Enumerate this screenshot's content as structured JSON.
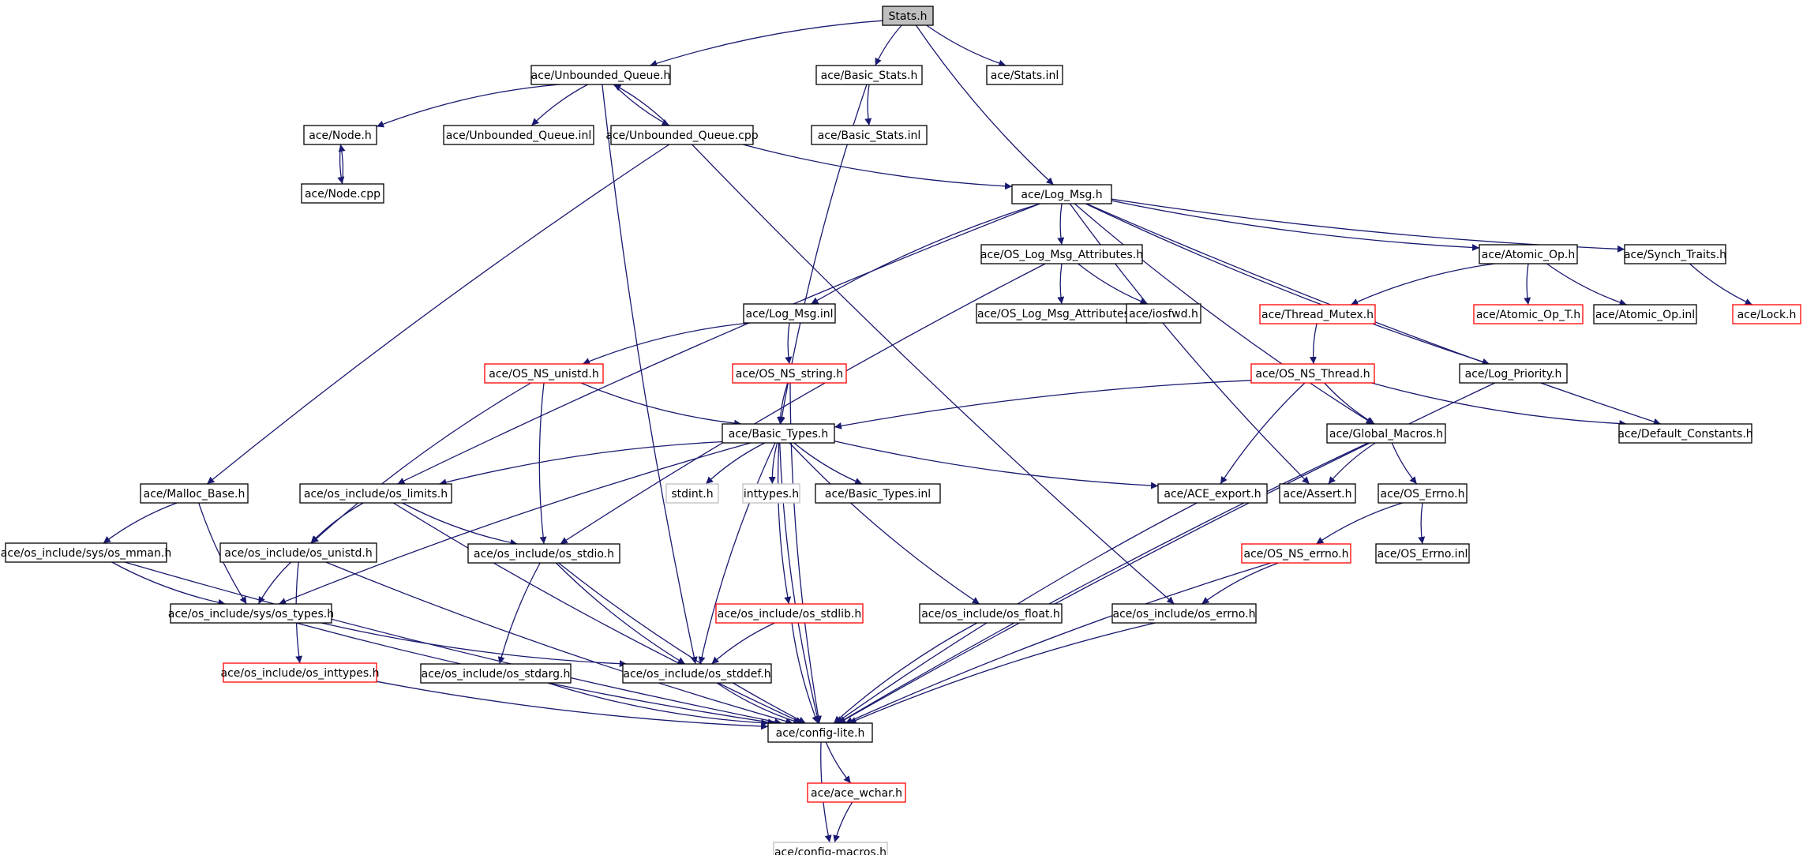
{
  "root": "Stats.h",
  "nodes": [
    {
      "id": "stats_h",
      "label": "Stats.h",
      "style": "root"
    },
    {
      "id": "unbounded_queue_h",
      "label": "ace/Unbounded_Queue.h",
      "style": "normal"
    },
    {
      "id": "basic_stats_h",
      "label": "ace/Basic_Stats.h",
      "style": "normal"
    },
    {
      "id": "stats_inl",
      "label": "ace/Stats.inl",
      "style": "normal"
    },
    {
      "id": "node_h",
      "label": "ace/Node.h",
      "style": "normal"
    },
    {
      "id": "unbounded_queue_inl",
      "label": "ace/Unbounded_Queue.inl",
      "style": "normal"
    },
    {
      "id": "unbounded_queue_cpp",
      "label": "ace/Unbounded_Queue.cpp",
      "style": "normal"
    },
    {
      "id": "basic_stats_inl",
      "label": "ace/Basic_Stats.inl",
      "style": "normal"
    },
    {
      "id": "node_cpp",
      "label": "ace/Node.cpp",
      "style": "normal"
    },
    {
      "id": "log_msg_h",
      "label": "ace/Log_Msg.h",
      "style": "normal"
    },
    {
      "id": "os_log_msg_attributes_h",
      "label": "ace/OS_Log_Msg_Attributes.h",
      "style": "normal"
    },
    {
      "id": "atomic_op_h",
      "label": "ace/Atomic_Op.h",
      "style": "normal"
    },
    {
      "id": "synch_traits_h",
      "label": "ace/Synch_Traits.h",
      "style": "normal"
    },
    {
      "id": "log_msg_inl",
      "label": "ace/Log_Msg.inl",
      "style": "normal"
    },
    {
      "id": "os_log_msg_attributes_inl",
      "label": "ace/OS_Log_Msg_Attributes.inl",
      "style": "normal"
    },
    {
      "id": "iosfwd_h",
      "label": "ace/iosfwd.h",
      "style": "normal"
    },
    {
      "id": "thread_mutex_h",
      "label": "ace/Thread_Mutex.h",
      "style": "red"
    },
    {
      "id": "atomic_op_t_h",
      "label": "ace/Atomic_Op_T.h",
      "style": "red"
    },
    {
      "id": "atomic_op_inl",
      "label": "ace/Atomic_Op.inl",
      "style": "normal"
    },
    {
      "id": "lock_h",
      "label": "ace/Lock.h",
      "style": "red"
    },
    {
      "id": "os_ns_unistd_h",
      "label": "ace/OS_NS_unistd.h",
      "style": "red"
    },
    {
      "id": "os_ns_string_h",
      "label": "ace/OS_NS_string.h",
      "style": "red"
    },
    {
      "id": "os_ns_thread_h",
      "label": "ace/OS_NS_Thread.h",
      "style": "red"
    },
    {
      "id": "log_priority_h",
      "label": "ace/Log_Priority.h",
      "style": "normal"
    },
    {
      "id": "basic_types_h",
      "label": "ace/Basic_Types.h",
      "style": "normal"
    },
    {
      "id": "global_macros_h",
      "label": "ace/Global_Macros.h",
      "style": "normal"
    },
    {
      "id": "default_constants_h",
      "label": "ace/Default_Constants.h",
      "style": "normal"
    },
    {
      "id": "malloc_base_h",
      "label": "ace/Malloc_Base.h",
      "style": "normal"
    },
    {
      "id": "os_limits_h",
      "label": "ace/os_include/os_limits.h",
      "style": "normal"
    },
    {
      "id": "stdint_h",
      "label": "stdint.h",
      "style": "grey"
    },
    {
      "id": "inttypes_h",
      "label": "inttypes.h",
      "style": "grey"
    },
    {
      "id": "basic_types_inl",
      "label": "ace/Basic_Types.inl",
      "style": "normal"
    },
    {
      "id": "ace_export_h",
      "label": "ace/ACE_export.h",
      "style": "normal"
    },
    {
      "id": "assert_h",
      "label": "ace/Assert.h",
      "style": "normal"
    },
    {
      "id": "os_errno_h_ace",
      "label": "ace/OS_Errno.h",
      "style": "normal"
    },
    {
      "id": "sys_os_mman_h",
      "label": "ace/os_include/sys/os_mman.h",
      "style": "normal"
    },
    {
      "id": "os_unistd_h",
      "label": "ace/os_include/os_unistd.h",
      "style": "normal"
    },
    {
      "id": "os_stdio_h",
      "label": "ace/os_include/os_stdio.h",
      "style": "normal"
    },
    {
      "id": "os_ns_errno_h",
      "label": "ace/OS_NS_errno.h",
      "style": "red"
    },
    {
      "id": "os_errno_inl",
      "label": "ace/OS_Errno.inl",
      "style": "normal"
    },
    {
      "id": "sys_os_types_h",
      "label": "ace/os_include/sys/os_types.h",
      "style": "normal"
    },
    {
      "id": "os_stdlib_h",
      "label": "ace/os_include/os_stdlib.h",
      "style": "red"
    },
    {
      "id": "os_float_h",
      "label": "ace/os_include/os_float.h",
      "style": "normal"
    },
    {
      "id": "os_include_errno_h",
      "label": "ace/os_include/os_errno.h",
      "style": "normal"
    },
    {
      "id": "os_inttypes_h",
      "label": "ace/os_include/os_inttypes.h",
      "style": "red"
    },
    {
      "id": "os_stdarg_h",
      "label": "ace/os_include/os_stdarg.h",
      "style": "normal"
    },
    {
      "id": "os_stddef_h",
      "label": "ace/os_include/os_stddef.h",
      "style": "normal"
    },
    {
      "id": "config_lite_h",
      "label": "ace/config-lite.h",
      "style": "normal"
    },
    {
      "id": "ace_wchar_h",
      "label": "ace/ace_wchar.h",
      "style": "red"
    },
    {
      "id": "config_macros_h",
      "label": "ace/config-macros.h",
      "style": "grey"
    }
  ],
  "edges": [
    [
      "stats_h",
      "unbounded_queue_h"
    ],
    [
      "stats_h",
      "basic_stats_h"
    ],
    [
      "stats_h",
      "stats_inl"
    ],
    [
      "stats_h",
      "log_msg_h"
    ],
    [
      "unbounded_queue_h",
      "node_h"
    ],
    [
      "unbounded_queue_h",
      "unbounded_queue_inl"
    ],
    [
      "unbounded_queue_h",
      "unbounded_queue_cpp"
    ],
    [
      "unbounded_queue_h",
      "os_stddef_h"
    ],
    [
      "unbounded_queue_cpp",
      "unbounded_queue_h"
    ],
    [
      "unbounded_queue_cpp",
      "malloc_base_h"
    ],
    [
      "unbounded_queue_cpp",
      "log_msg_h"
    ],
    [
      "unbounded_queue_cpp",
      "os_include_errno_h"
    ],
    [
      "node_h",
      "node_cpp"
    ],
    [
      "node_cpp",
      "node_h"
    ],
    [
      "basic_stats_h",
      "basic_stats_inl"
    ],
    [
      "basic_stats_h",
      "basic_types_h"
    ],
    [
      "log_msg_h",
      "os_log_msg_attributes_h"
    ],
    [
      "log_msg_h",
      "atomic_op_h"
    ],
    [
      "log_msg_h",
      "synch_traits_h"
    ],
    [
      "log_msg_h",
      "log_msg_inl"
    ],
    [
      "log_msg_h",
      "os_limits_h"
    ],
    [
      "log_msg_h",
      "assert_h"
    ],
    [
      "log_msg_h",
      "global_macros_h"
    ],
    [
      "log_msg_h",
      "log_priority_h"
    ],
    [
      "log_msg_h",
      "default_constants_h"
    ],
    [
      "os_log_msg_attributes_h",
      "os_log_msg_attributes_inl"
    ],
    [
      "os_log_msg_attributes_h",
      "iosfwd_h"
    ],
    [
      "os_log_msg_attributes_h",
      "os_stdio_h"
    ],
    [
      "atomic_op_h",
      "thread_mutex_h"
    ],
    [
      "atomic_op_h",
      "atomic_op_t_h"
    ],
    [
      "atomic_op_h",
      "atomic_op_inl"
    ],
    [
      "synch_traits_h",
      "lock_h"
    ],
    [
      "log_msg_inl",
      "os_ns_unistd_h"
    ],
    [
      "log_msg_inl",
      "os_ns_string_h"
    ],
    [
      "thread_mutex_h",
      "os_ns_thread_h"
    ],
    [
      "os_ns_unistd_h",
      "basic_types_h"
    ],
    [
      "os_ns_unistd_h",
      "os_unistd_h"
    ],
    [
      "os_ns_unistd_h",
      "os_stdio_h"
    ],
    [
      "os_ns_string_h",
      "basic_types_h"
    ],
    [
      "os_ns_string_h",
      "config_lite_h"
    ],
    [
      "os_ns_thread_h",
      "basic_types_h"
    ],
    [
      "os_ns_thread_h",
      "global_macros_h"
    ],
    [
      "os_ns_thread_h",
      "default_constants_h"
    ],
    [
      "os_ns_thread_h",
      "ace_export_h"
    ],
    [
      "log_priority_h",
      "config_lite_h"
    ],
    [
      "basic_types_h",
      "os_limits_h"
    ],
    [
      "basic_types_h",
      "stdint_h"
    ],
    [
      "basic_types_h",
      "inttypes_h"
    ],
    [
      "basic_types_h",
      "basic_types_inl"
    ],
    [
      "basic_types_h",
      "ace_export_h"
    ],
    [
      "basic_types_h",
      "sys_os_types_h"
    ],
    [
      "basic_types_h",
      "os_stdlib_h"
    ],
    [
      "basic_types_h",
      "os_float_h"
    ],
    [
      "basic_types_h",
      "os_stddef_h"
    ],
    [
      "basic_types_h",
      "config_lite_h"
    ],
    [
      "global_macros_h",
      "assert_h"
    ],
    [
      "global_macros_h",
      "os_errno_h_ace"
    ],
    [
      "global_macros_h",
      "config_lite_h"
    ],
    [
      "malloc_base_h",
      "sys_os_mman_h"
    ],
    [
      "malloc_base_h",
      "sys_os_types_h"
    ],
    [
      "os_limits_h",
      "os_unistd_h"
    ],
    [
      "os_limits_h",
      "os_stdio_h"
    ],
    [
      "os_limits_h",
      "config_lite_h"
    ],
    [
      "ace_export_h",
      "config_lite_h"
    ],
    [
      "os_errno_h_ace",
      "os_ns_errno_h"
    ],
    [
      "os_errno_h_ace",
      "os_errno_inl"
    ],
    [
      "sys_os_mman_h",
      "sys_os_types_h"
    ],
    [
      "sys_os_mman_h",
      "config_lite_h"
    ],
    [
      "os_unistd_h",
      "sys_os_types_h"
    ],
    [
      "os_unistd_h",
      "os_inttypes_h"
    ],
    [
      "os_unistd_h",
      "config_lite_h"
    ],
    [
      "os_stdio_h",
      "os_stdarg_h"
    ],
    [
      "os_stdio_h",
      "os_stddef_h"
    ],
    [
      "os_stdio_h",
      "config_lite_h"
    ],
    [
      "os_ns_errno_h",
      "os_include_errno_h"
    ],
    [
      "os_ns_errno_h",
      "config_lite_h"
    ],
    [
      "sys_os_types_h",
      "os_stddef_h"
    ],
    [
      "sys_os_types_h",
      "config_lite_h"
    ],
    [
      "os_stdlib_h",
      "os_stddef_h"
    ],
    [
      "os_stdlib_h",
      "config_lite_h"
    ],
    [
      "os_float_h",
      "config_lite_h"
    ],
    [
      "os_include_errno_h",
      "config_lite_h"
    ],
    [
      "os_inttypes_h",
      "config_lite_h"
    ],
    [
      "os_stdarg_h",
      "config_lite_h"
    ],
    [
      "os_stddef_h",
      "config_lite_h"
    ],
    [
      "config_lite_h",
      "ace_wchar_h"
    ],
    [
      "config_lite_h",
      "config_macros_h"
    ],
    [
      "ace_wchar_h",
      "config_macros_h"
    ]
  ]
}
